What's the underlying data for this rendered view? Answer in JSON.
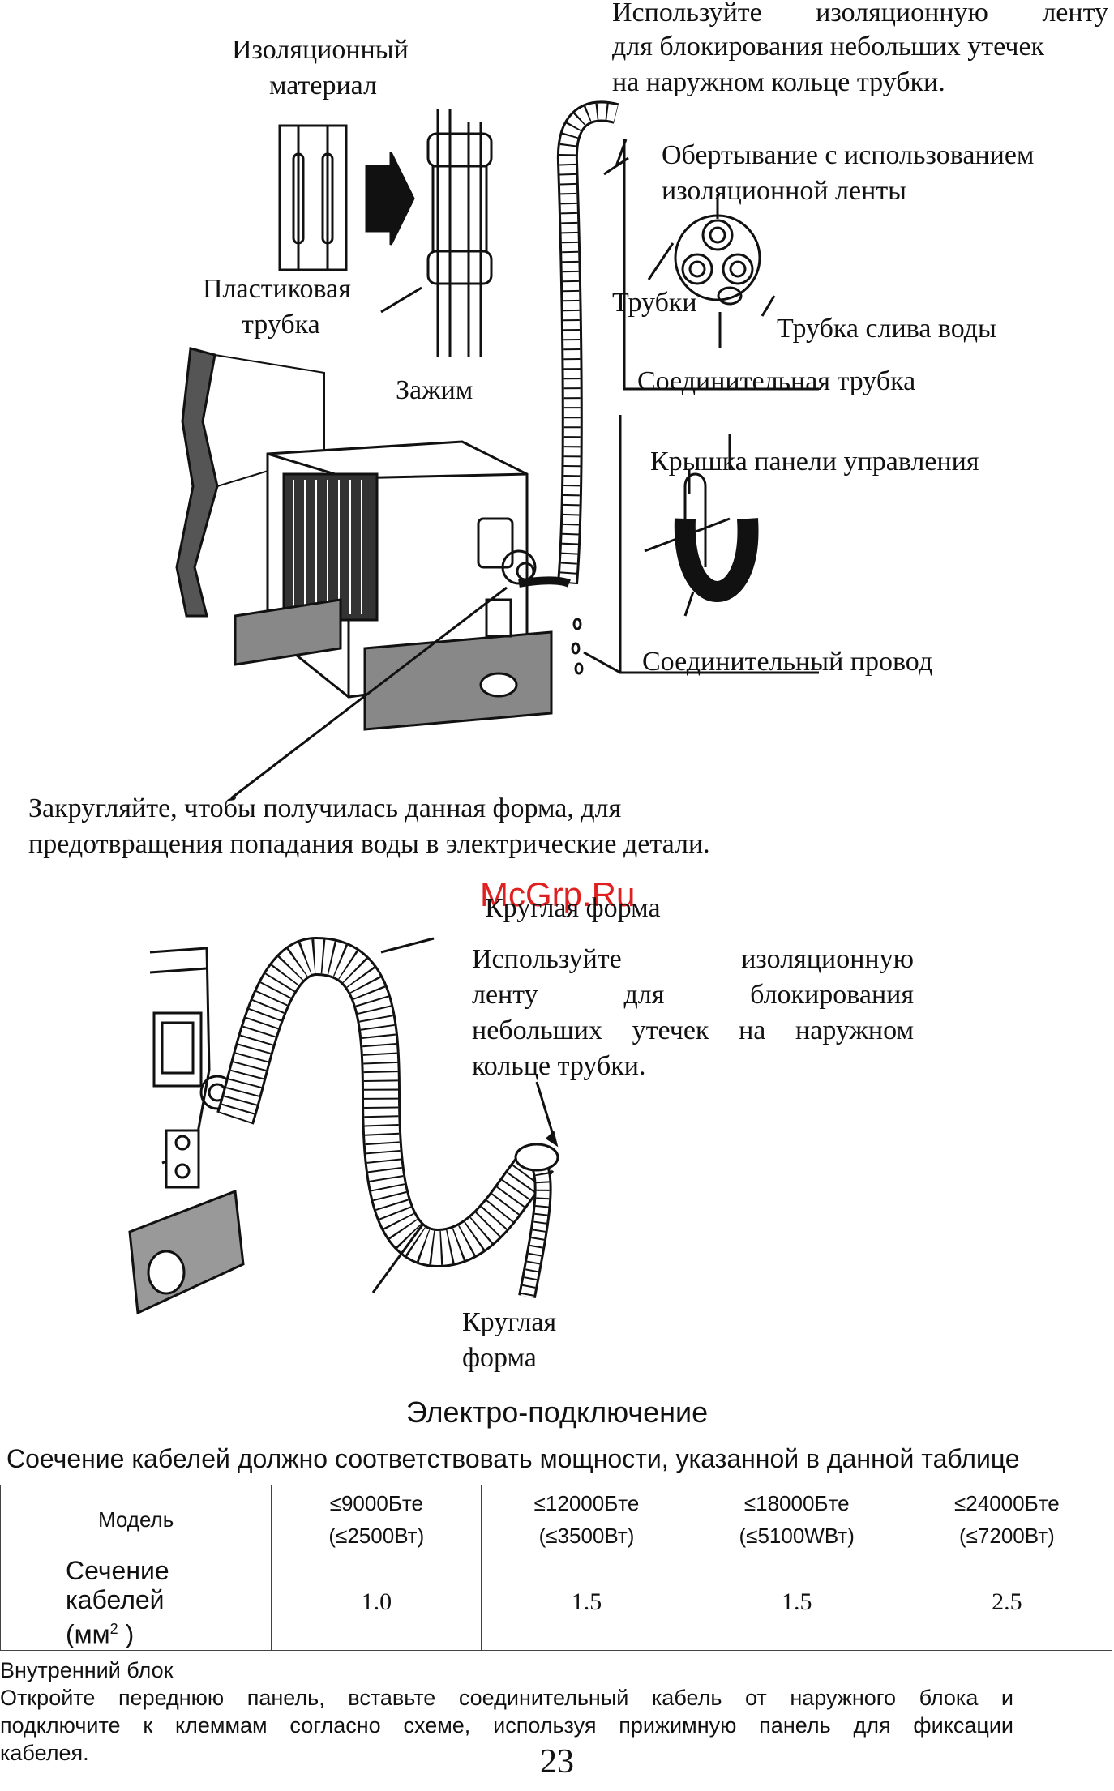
{
  "figure1": {
    "tape_note_lines": [
      "Используйте изоляционную ленту",
      "для блокирования небольших утечек",
      "на наружном кольце трубки."
    ],
    "insulation_label_lines": [
      "Изоляционный",
      "материал"
    ],
    "plastic_tube_lines": [
      "Пластиковая",
      "трубка"
    ],
    "clamp_label": "Зажим",
    "wrapping_lines": [
      "Обертывание с использованием",
      "изоляционной ленты"
    ],
    "tubes_label": "Трубки",
    "drain_label": "Трубка слива воды",
    "connecting_tube_label": "Соединительная трубка",
    "panel_cover_label": "Крышка панели управления",
    "connecting_wire_label": "Соединительный провод",
    "rounding_lines": [
      "Закругляйте, чтобы получилась данная форма, для",
      "предотвращения попадания воды в электрические детали."
    ]
  },
  "watermark": "McGrp.Ru",
  "figure2": {
    "round_shape_top": "Круглая форма",
    "tape_note_lines": [
      "Используйте изоляционную",
      "ленту для блокирования",
      "небольших утечек на наружном",
      "кольце трубки."
    ],
    "round_shape_bottom_lines": [
      "Круглая",
      "форма"
    ]
  },
  "section_title": "Электро-подключение",
  "intro": "Соечение кабелей должно соответствовать мощности, указанной в данной таблице",
  "table": {
    "model_label": "Модель",
    "columns": [
      {
        "btu": "≤9000Бте",
        "watt": "(≤2500Вт)"
      },
      {
        "btu": "≤12000Бте",
        "watt": "(≤3500Вт)"
      },
      {
        "btu": "≤18000Бте",
        "watt": "(≤5100WВт)"
      },
      {
        "btu": "≤24000Бте",
        "watt": "(≤7200Вт)"
      }
    ],
    "row_label_lines": [
      "Сечение",
      "кабелей",
      "(мм",
      "2",
      " )"
    ],
    "values": [
      "1.0",
      "1.5",
      "1.5",
      "2.5"
    ]
  },
  "bottom_text": {
    "heading": "Внутренний блок",
    "lines": [
      "Откройте переднюю панель, вставьте соединительный кабель от наружного блока и",
      "подключите к клеммам согласно схеме, используя прижимную панель для фиксации",
      "кабелея."
    ]
  },
  "page_number": "23"
}
